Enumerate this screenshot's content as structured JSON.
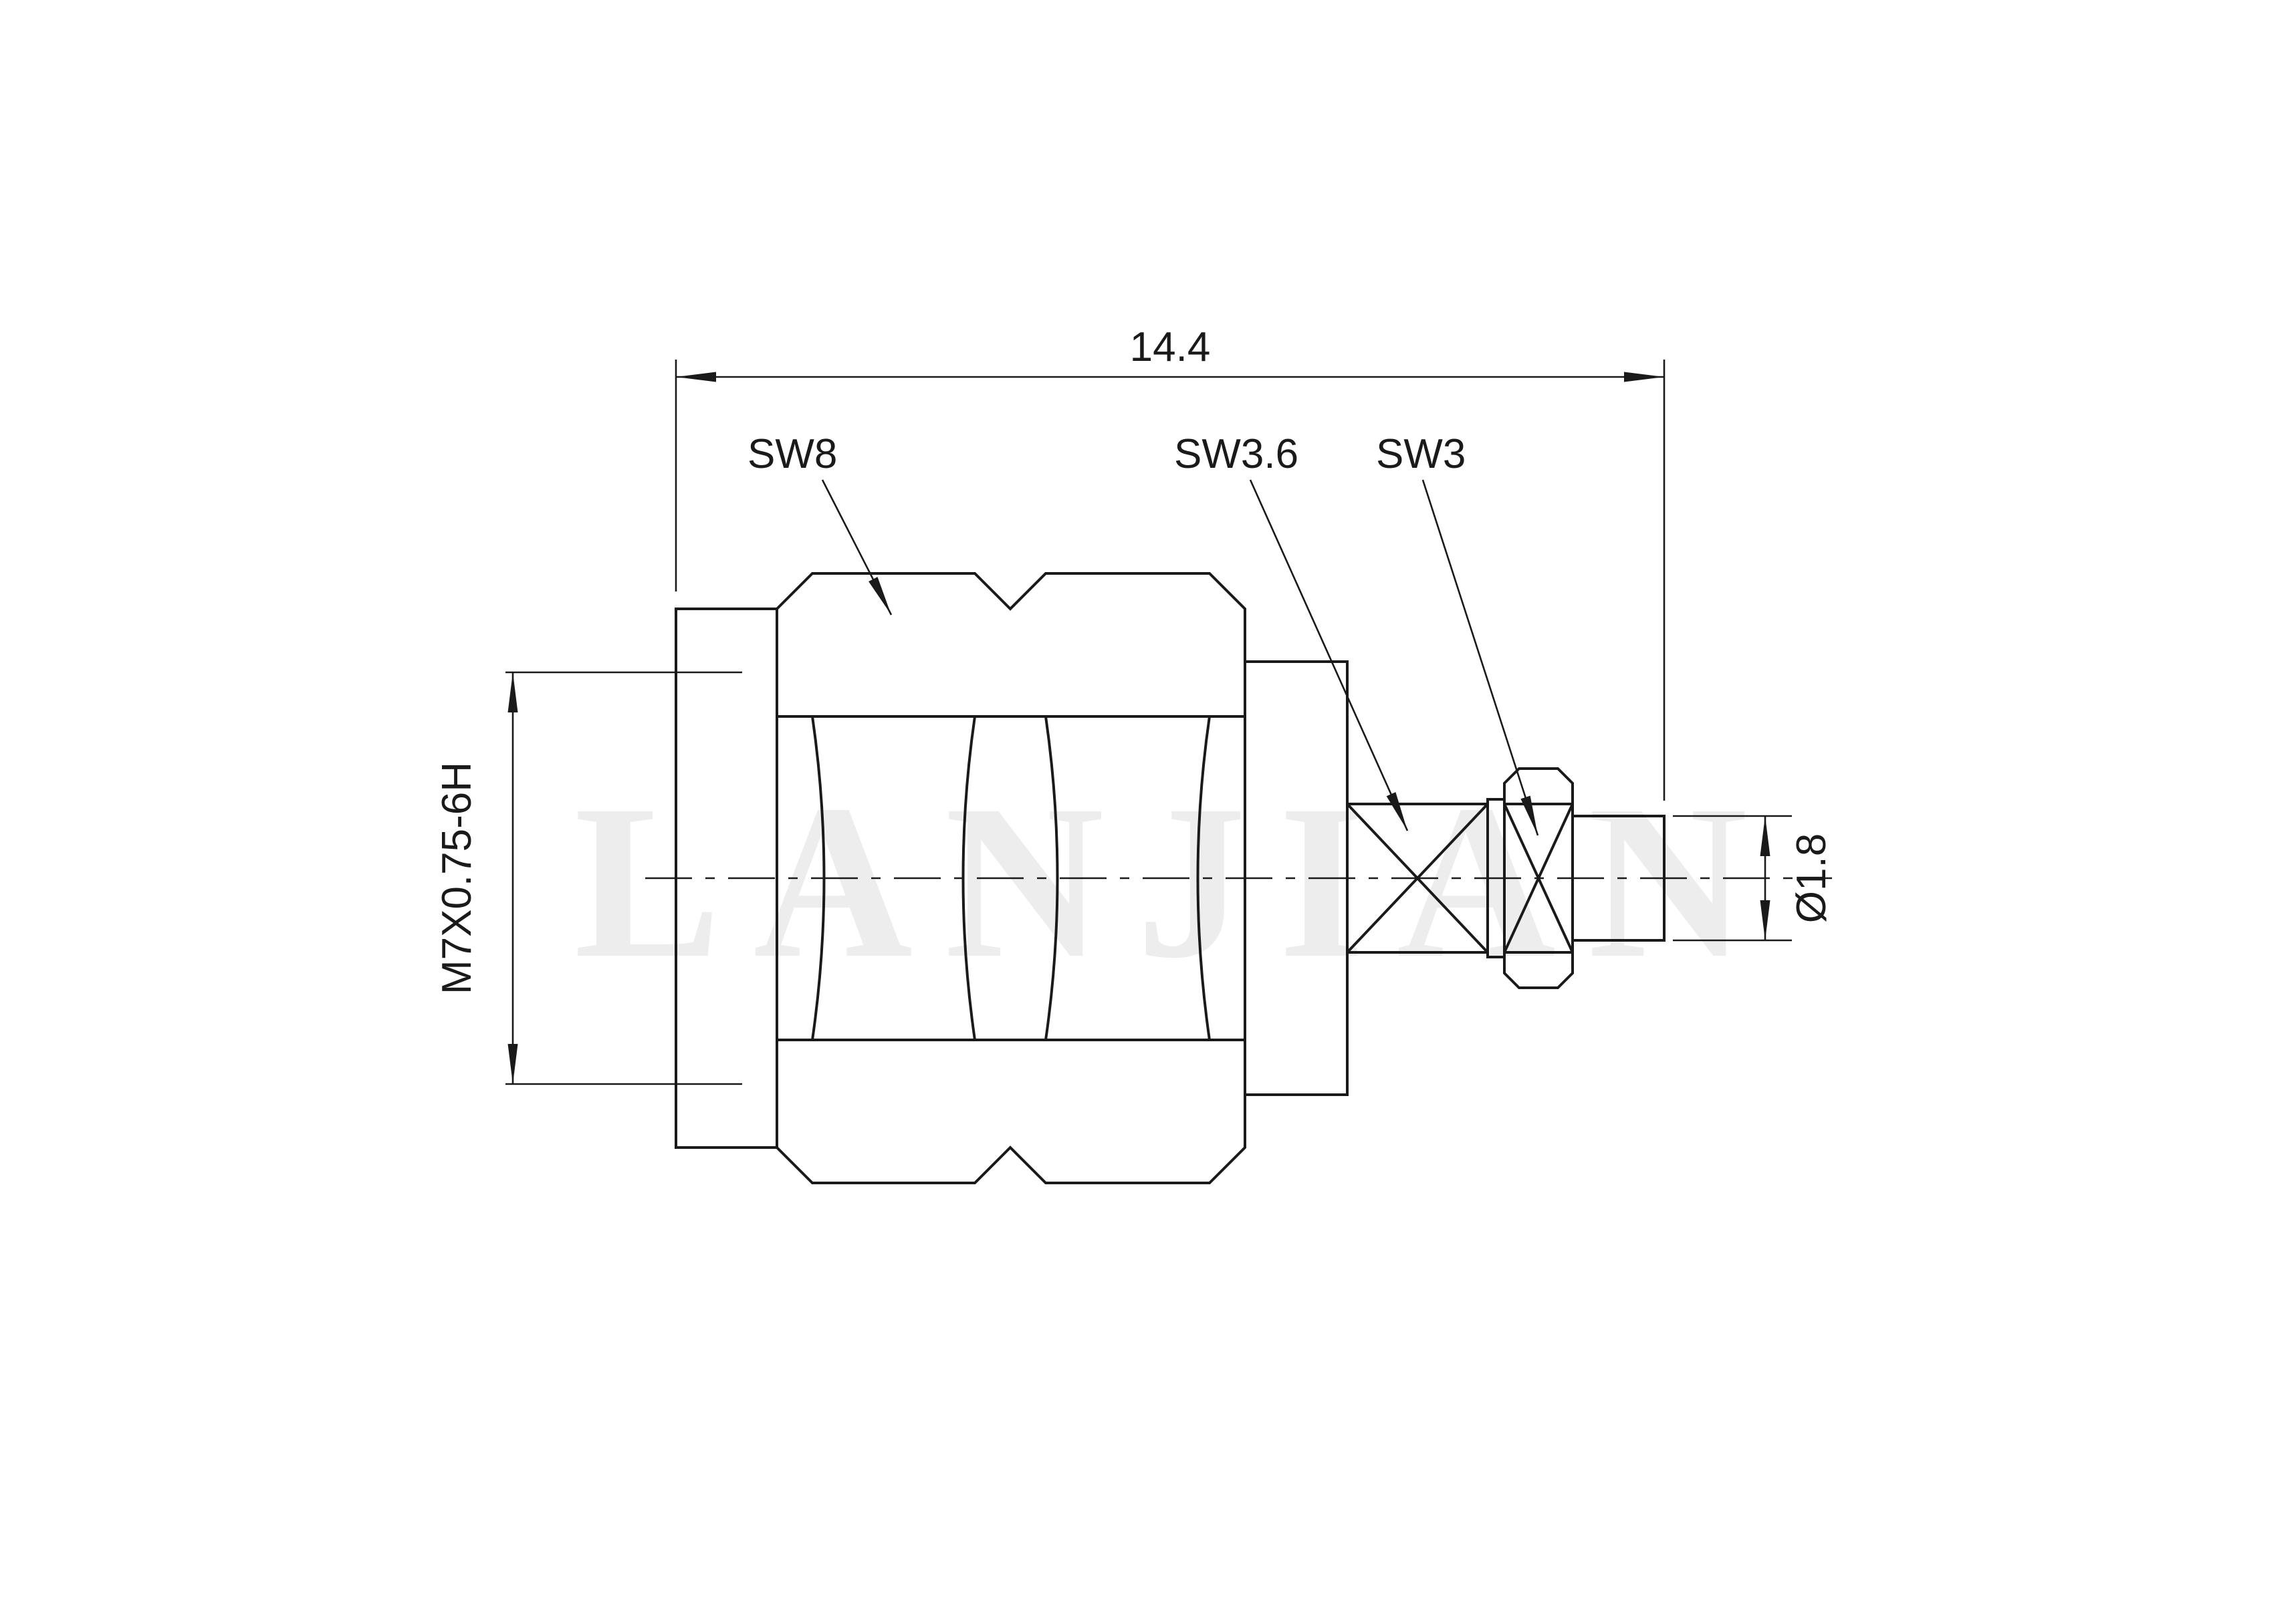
{
  "watermark": "LANJIAN",
  "dimensions": {
    "overall_length": "14.4",
    "thread_spec": "M7X0.75-6H",
    "pin_diameter": "Ø1.8"
  },
  "labels": {
    "hex_large": "SW8",
    "hex_medium": "SW3.6",
    "hex_small": "SW3"
  },
  "colors": {
    "line": "#1a1a1a",
    "background": "#ffffff",
    "watermark": "#ededed"
  }
}
